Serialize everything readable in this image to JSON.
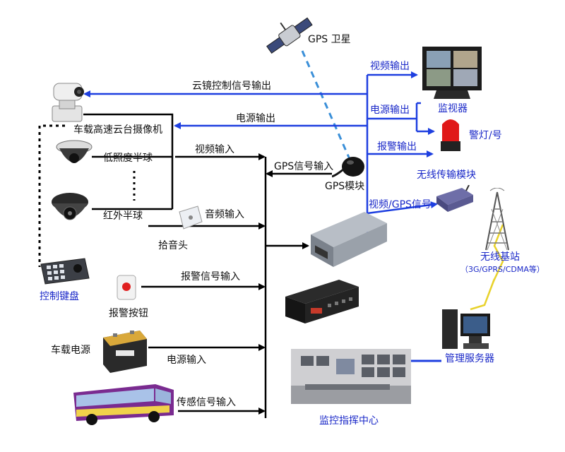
{
  "labels": {
    "satellite": "GPS 卫星",
    "ptz_signal_out": "云镜控制信号输出",
    "power_out_left": "电源输出",
    "ptz_camera": "车载高速云台摄像机",
    "low_light_dome": "低照度半球",
    "infrared_dome": "红外半球",
    "control_keyboard": "控制键盘",
    "video_in": "视频输入",
    "audio_in": "音频输入",
    "pickup": "拾音头",
    "alarm_signal_in": "报警信号输入",
    "alarm_button": "报警按钮",
    "vehicle_power": "车载电源",
    "power_in": "电源输入",
    "sensor_signal_in": "传感信号输入",
    "gps_signal_in": "GPS信号输入",
    "gps_module": "GPS模块",
    "video_out": "视频输出",
    "power_out_right": "电源输出",
    "monitor": "监视器",
    "alarm_out": "报警输出",
    "warning_light": "警灯/号",
    "wireless_module": "无线传输模块",
    "video_gps_signal": "视频/GPS信号",
    "base_station": "无线基站",
    "base_station_sub": "（3G/GPRS/CDMA等）",
    "mgmt_server": "管理服务器",
    "control_center": "监控指挥中心"
  },
  "icons": {
    "satellite": "satellite-icon",
    "ptz_camera": "ptz-camera-icon",
    "low_light_dome": "dome-camera-icon",
    "infrared_dome": "infrared-dome-camera-icon",
    "control_keyboard": "keyboard-icon",
    "pickup": "microphone-icon",
    "alarm_button": "alarm-button-icon",
    "vehicle_power": "battery-icon",
    "bus": "bus-icon",
    "gps_module": "gps-antenna-icon",
    "dvr": "mobile-dvr-icon",
    "monitor": "monitor-icon",
    "warning_light": "warning-light-icon",
    "wireless_module": "wireless-modem-icon",
    "base_station": "cell-tower-icon",
    "mgmt_server": "server-computer-icon",
    "control_center": "control-room-icon"
  },
  "colors": {
    "blue_line": "#1e3fe0",
    "black_line": "#000000",
    "gps_dashed": "#3a8fd8",
    "blue_text": "#1a28c8"
  }
}
